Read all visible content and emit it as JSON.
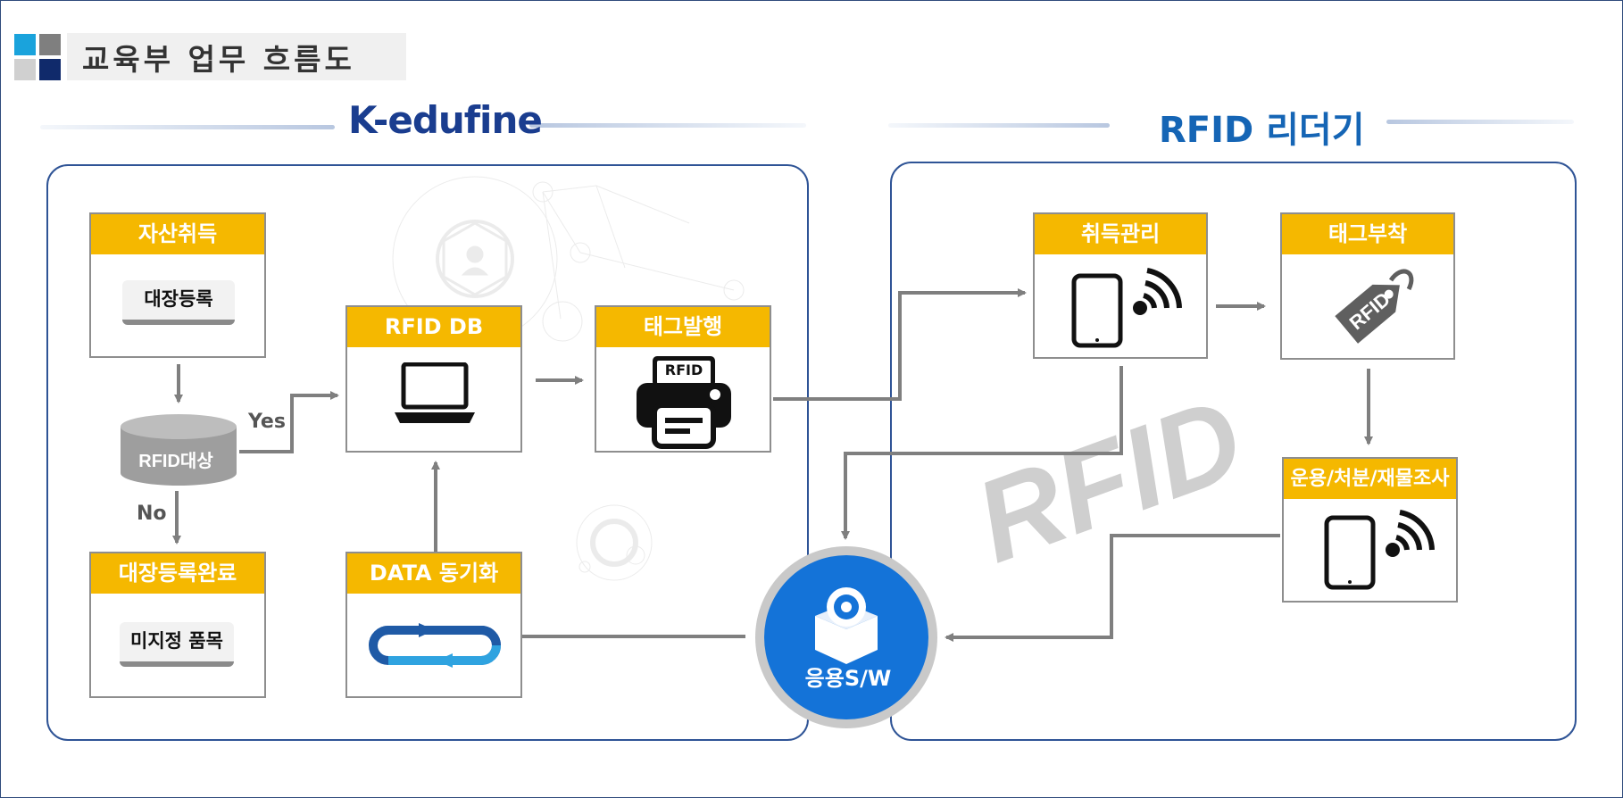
{
  "page_title": "교육부 업무 흐름도",
  "header": {
    "kedufine_logo": "K-edufine",
    "rfid_reader_title": "RFID 리더기"
  },
  "nodes": {
    "asset_acquisition": {
      "title": "자산취득",
      "button": "대장등록"
    },
    "rfid_target": "RFID대상",
    "yes_label": "Yes",
    "no_label": "No",
    "registry_complete": {
      "title": "대장등록완료",
      "button": "미지정 품목"
    },
    "rfid_db": {
      "title": "RFID DB"
    },
    "tag_issue": {
      "title": "태그발행",
      "printer_label": "RFID"
    },
    "data_sync": {
      "title": "DATA 동기화"
    },
    "acquisition_mgmt": {
      "title": "취득관리"
    },
    "tag_attach": {
      "title": "태그부착",
      "tag_label": "RFID"
    },
    "operation_survey": {
      "title": "운용/처분/재물조사"
    },
    "app_sw": "응용S/W",
    "watermark": "RFID"
  },
  "colors": {
    "header_yellow": "#f5b800",
    "panel_border": "#2f5496",
    "arrow_gray": "#7f7f7f",
    "sw_blue": "#1473d8",
    "title_blue": "#1565b5"
  }
}
